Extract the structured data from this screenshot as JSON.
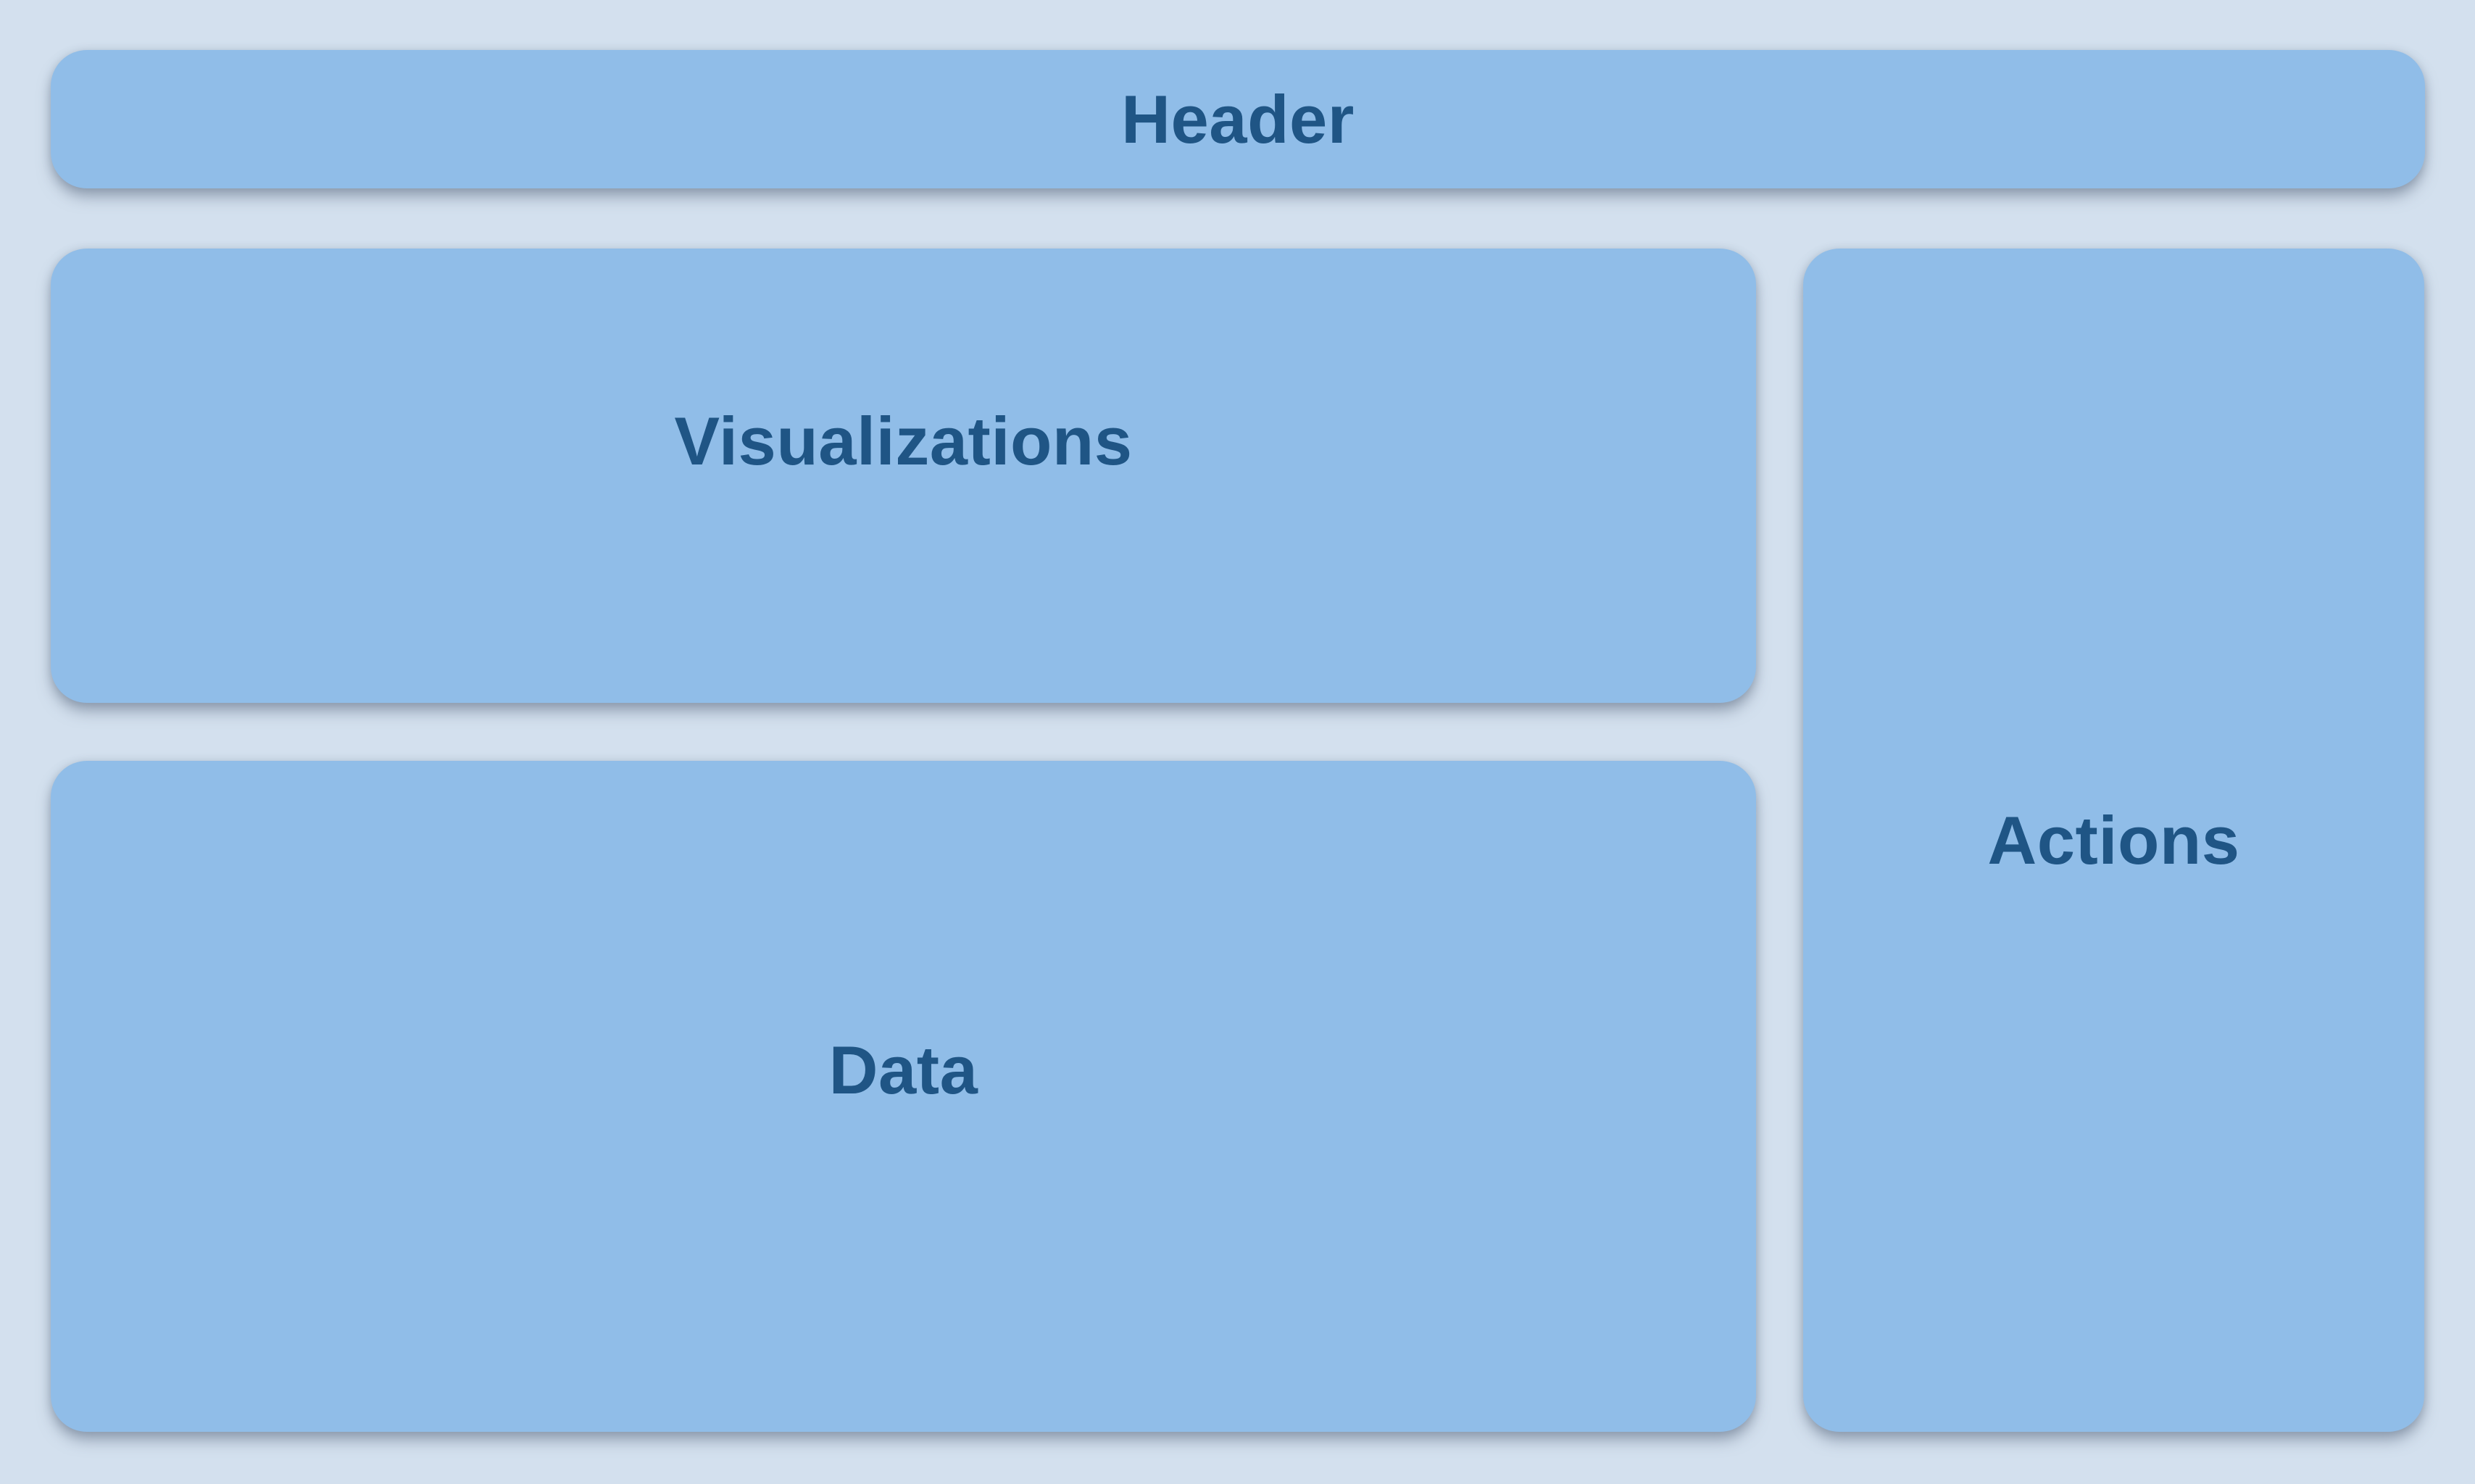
{
  "theme": {
    "background_color": "#D3E0EE",
    "panel_color": "#90BDE8",
    "label_color": "#1F5585"
  },
  "header": {
    "label": "Header"
  },
  "panels": {
    "visualizations": {
      "label": "Visualizations"
    },
    "data": {
      "label": "Data"
    },
    "actions": {
      "label": "Actions"
    }
  }
}
